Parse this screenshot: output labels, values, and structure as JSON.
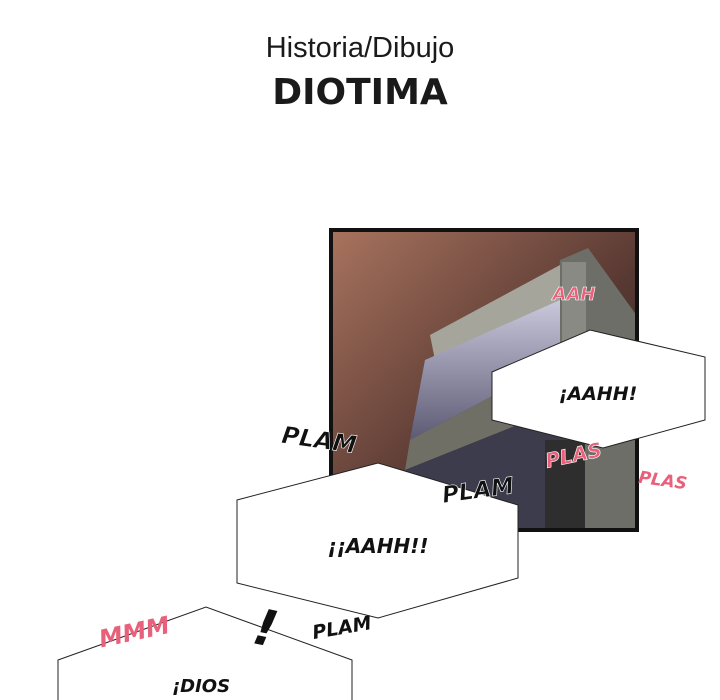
{
  "credits": {
    "role": "Historia/Dibujo",
    "name": "DIOTIMA"
  },
  "bubbles": {
    "b1": "¡AAHH!",
    "b2": "¡¡AAHH!!",
    "b3": "¡DIOS"
  },
  "sfx": {
    "aah": "AAH",
    "plas1": "PLAS",
    "plas2": "PLAS",
    "plam1": "PLAM",
    "plam2": "PLAM",
    "plam3": "PLAM",
    "mmm": "MMM",
    "exclaim": "!"
  },
  "colors": {
    "pink": "#e8607a",
    "black": "#111111"
  }
}
